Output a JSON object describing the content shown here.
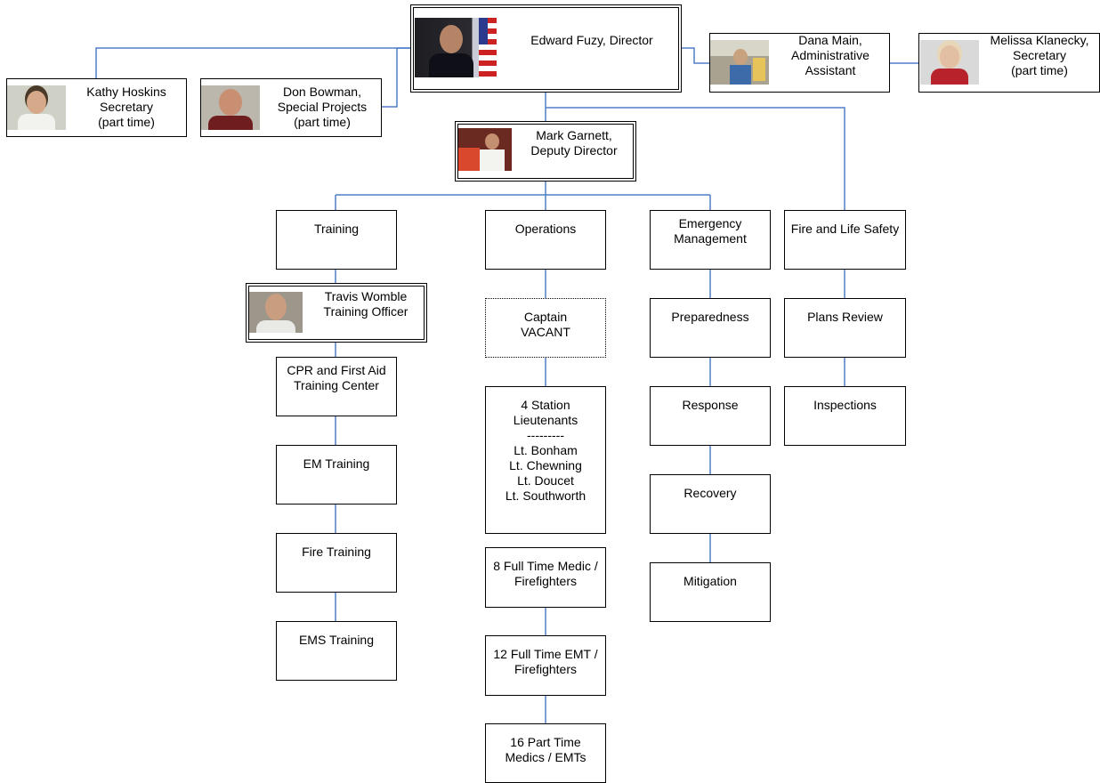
{
  "people": {
    "director": {
      "label": "Edward Fuzy, Director",
      "photo": "director-portrait-with-flag"
    },
    "admin_assistant": {
      "label": "Dana Main,\nAdministrative\nAssistant",
      "photo": "admin-assistant-photo"
    },
    "secretary_melissa": {
      "label": "Melissa Klanecky,\nSecretary\n(part time)",
      "photo": "secretary-melissa-photo"
    },
    "secretary_kathy": {
      "label": "Kathy Hoskins\nSecretary\n(part time)",
      "photo": "secretary-kathy-photo"
    },
    "special_projects": {
      "label": "Don Bowman,\nSpecial Projects\n(part time)",
      "photo": "special-projects-photo"
    },
    "deputy_director": {
      "label": "Mark Garnett,\nDeputy Director",
      "photo": "deputy-director-photo"
    },
    "training_officer": {
      "label": "Travis Womble\nTraining Officer",
      "photo": "training-officer-photo"
    }
  },
  "divisions": {
    "training": "Training",
    "operations": "Operations",
    "emergency_management": "Emergency\nManagement",
    "fire_life_safety": "Fire and Life Safety"
  },
  "training_chain": {
    "cpr": "CPR and First Aid\nTraining Center",
    "em": "EM Training",
    "fire": "Fire Training",
    "ems": "EMS Training"
  },
  "operations_chain": {
    "captain": "Captain\nVACANT",
    "lieutenants": "4 Station\nLieutenants\n---------\nLt. Bonham\nLt. Chewning\nLt. Doucet\nLt. Southworth",
    "ft_medic": "8 Full Time Medic /\nFirefighters",
    "ft_emt": "12 Full Time EMT /\nFirefighters",
    "pt_medics": "16 Part Time\nMedics / EMTs"
  },
  "em_chain": {
    "preparedness": "Preparedness",
    "response": "Response",
    "recovery": "Recovery",
    "mitigation": "Mitigation"
  },
  "fls_chain": {
    "plans_review": "Plans Review",
    "inspections": "Inspections"
  },
  "colors": {
    "connector": "#4f7fc7",
    "border": "#000000"
  }
}
